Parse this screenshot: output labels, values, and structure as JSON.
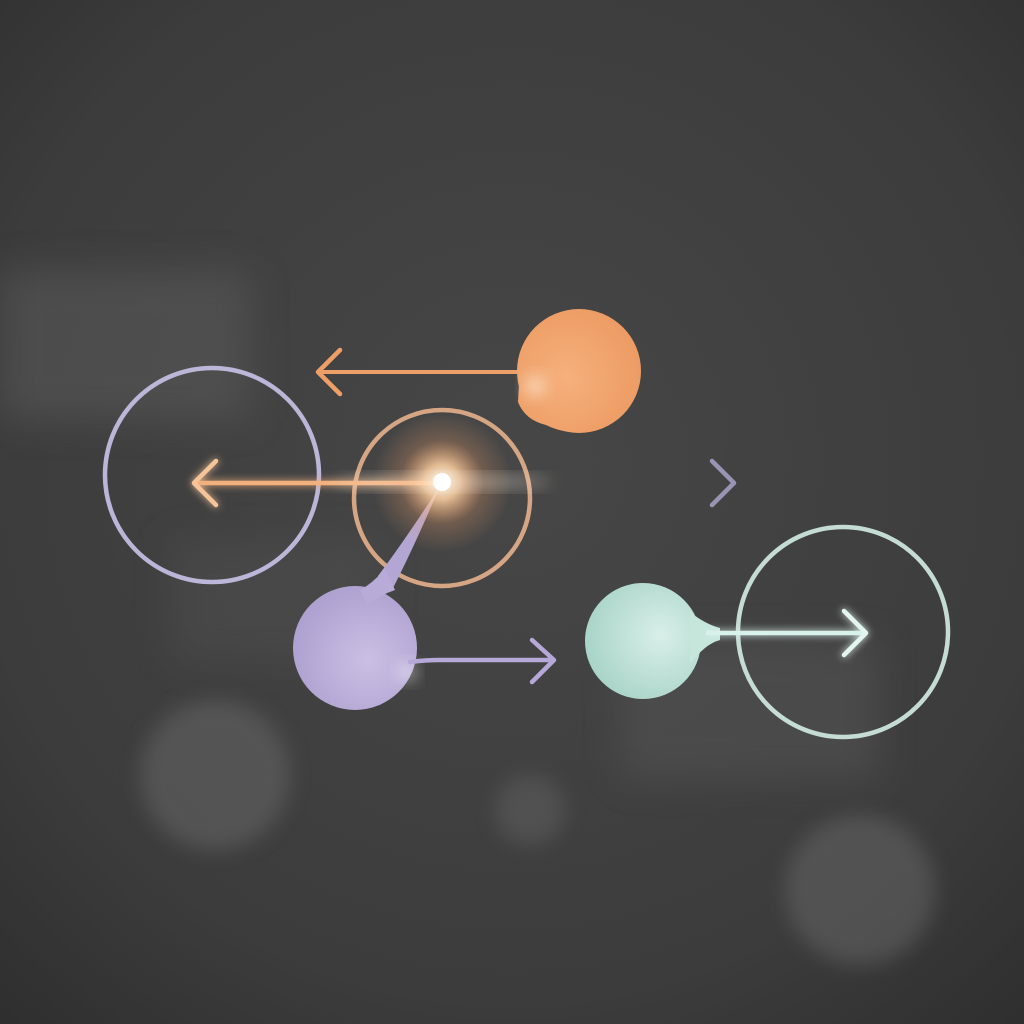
{
  "background": {
    "base_color": "#3d3d3d",
    "bokeh_color": "#8a8a8a"
  },
  "palette": {
    "orange": "#f0a06a",
    "lavender": "#b9aed6",
    "mint": "#bfe0d6",
    "ring_lavender": "#c9c2e8",
    "ring_orange": "#e8b48e",
    "ring_mint": "#cfe9e0",
    "flare_core": "#fff6e8",
    "flare_glow": "#ffb070",
    "arrow_gray": "#9a94b4"
  },
  "elements": [
    {
      "name": "orange-node",
      "kind": "node",
      "color": "orange"
    },
    {
      "name": "lavender-node",
      "kind": "node",
      "color": "lavender"
    },
    {
      "name": "mint-node",
      "kind": "node",
      "color": "mint"
    },
    {
      "name": "lavender-ring",
      "kind": "ring",
      "color": "ring_lavender"
    },
    {
      "name": "orange-ring",
      "kind": "ring",
      "color": "ring_orange"
    },
    {
      "name": "mint-ring",
      "kind": "ring",
      "color": "ring_mint"
    },
    {
      "name": "arrow-left-top",
      "kind": "arrow",
      "direction": "left"
    },
    {
      "name": "arrow-left-center",
      "kind": "arrow",
      "direction": "left"
    },
    {
      "name": "arrow-right-center",
      "kind": "arrow",
      "direction": "right"
    },
    {
      "name": "arrow-right-lower",
      "kind": "arrow",
      "direction": "right"
    },
    {
      "name": "arrow-right-mint",
      "kind": "arrow",
      "direction": "right"
    },
    {
      "name": "central-flare",
      "kind": "light"
    }
  ]
}
